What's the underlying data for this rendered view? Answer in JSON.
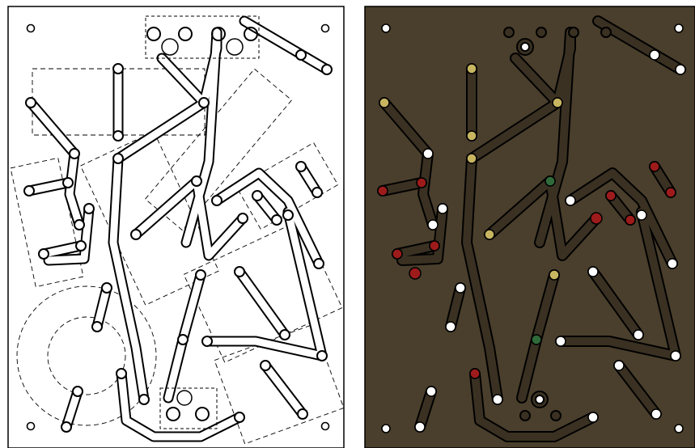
{
  "panels": [
    {
      "name": "layout-drawing",
      "view": "line-art",
      "background": "#ffffff",
      "trace_color": "#000000",
      "outline_color": "#000000"
    },
    {
      "name": "board-render",
      "view": "shaded",
      "background": "#4a3f2c",
      "trace_color": "#3a3122",
      "outline_color": "#000000"
    }
  ],
  "pad_fill_colors": [
    "#ffffff",
    "#c8b560",
    "#9e1b1b",
    "#2f6b3a"
  ],
  "mounting_holes": 4,
  "connectors": {
    "top_header_pins": 4,
    "bottom_header_pins": 2
  }
}
